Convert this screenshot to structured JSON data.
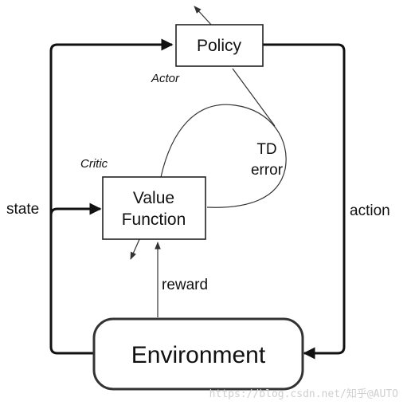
{
  "diagram": {
    "policy_box": {
      "label": "Policy",
      "role_label": "Actor"
    },
    "value_box": {
      "label_line1": "Value",
      "label_line2": "Function",
      "role_label": "Critic"
    },
    "environment_box": {
      "label": "Environment"
    },
    "edges": {
      "state": "state",
      "action": "action",
      "reward": "reward",
      "td_error_line1": "TD",
      "td_error_line2": "error"
    },
    "watermark": "https://blog.csdn.net/知乎@AUTO"
  }
}
